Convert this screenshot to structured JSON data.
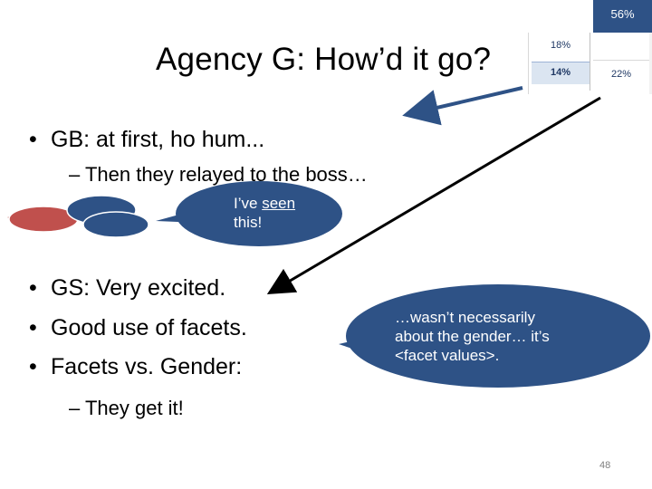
{
  "slide": {
    "title": "Agency G: How’d it go?",
    "bullets": [
      "GB: at first, ho hum...",
      "GS: Very excited.",
      "Good use of facets.",
      "Facets vs. Gender:"
    ],
    "subbullets": [
      "– Then they relayed to the boss…",
      "– They get it!"
    ],
    "bubble_small": {
      "prefix": "I’ve ",
      "underlined": "seen",
      "line2": "this!"
    },
    "bubble_large": {
      "line1": "…wasn’t necessarily",
      "line2": "about the gender… it’s",
      "line3": "<facet values>."
    },
    "mini_chart": {
      "top_right": "56%",
      "mid_left": "18%",
      "bottom_left": "14%",
      "bottom_right": "22%"
    },
    "page_number": "48"
  },
  "colors": {
    "navy": "#2e5286",
    "red": "#c0504d",
    "text": "#000000",
    "arrow": "#2e5286"
  }
}
